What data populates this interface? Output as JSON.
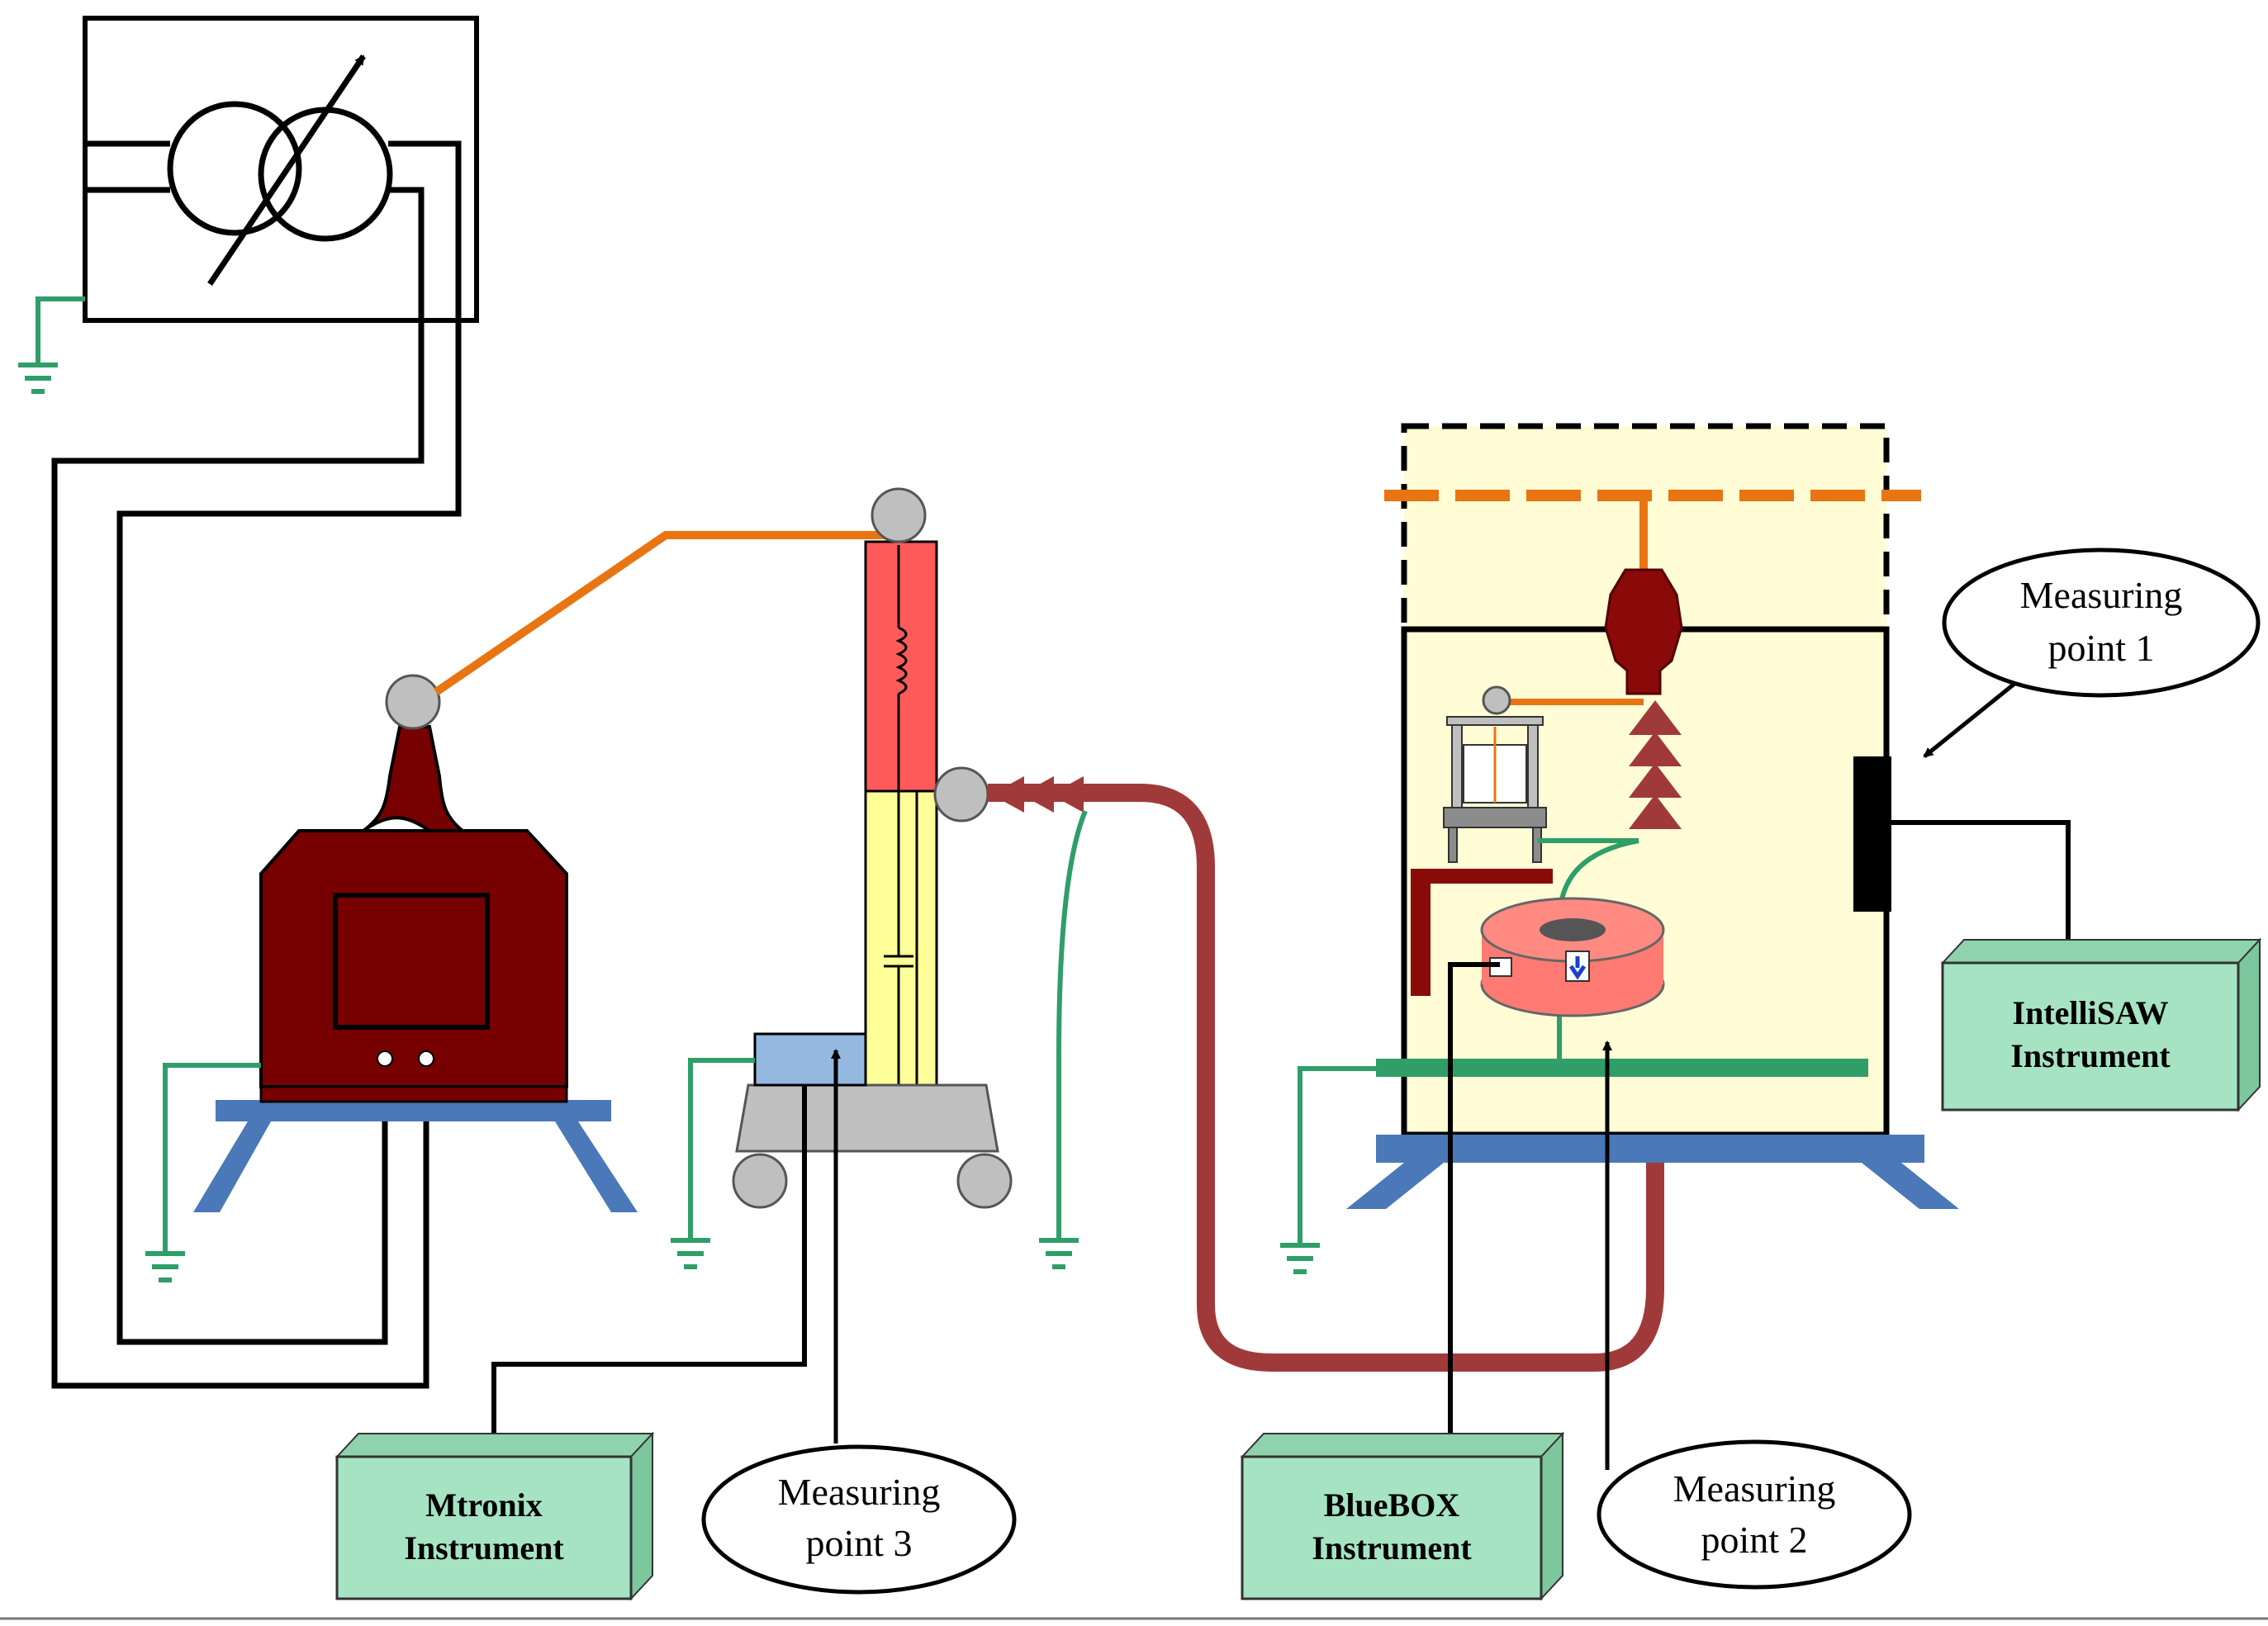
{
  "colors": {
    "instrument_fill": "#a6e3c2",
    "instrument_side": "#8fd3ae",
    "transformer_body": "#770000",
    "base_blue": "#4a78b8",
    "high_voltage_lead": "#e87511",
    "ground_green": "#2f9e68",
    "cable_red": "#a03a3a",
    "divider_upper": "#ff5a5a",
    "divider_lower": "#ffff99",
    "test_cell_fill": "#fffcd6",
    "ct_fill": "#ff7a72",
    "sensor_box": "#94b8e0",
    "cart_gray": "#c0c0c0"
  },
  "instruments": {
    "intellisaw": {
      "line1": "IntelliSAW",
      "line2": "Instrument"
    },
    "mtronix": {
      "line1": "Mtronix",
      "line2": "Instrument"
    },
    "bluebox": {
      "line1": "BlueBOX",
      "line2": "Instrument"
    }
  },
  "callouts": {
    "point1": {
      "line1": "Measuring",
      "line2": "point 1"
    },
    "point2": {
      "line1": "Measuring",
      "line2": "point 2"
    },
    "point3": {
      "line1": "Measuring",
      "line2": "point 3"
    }
  }
}
